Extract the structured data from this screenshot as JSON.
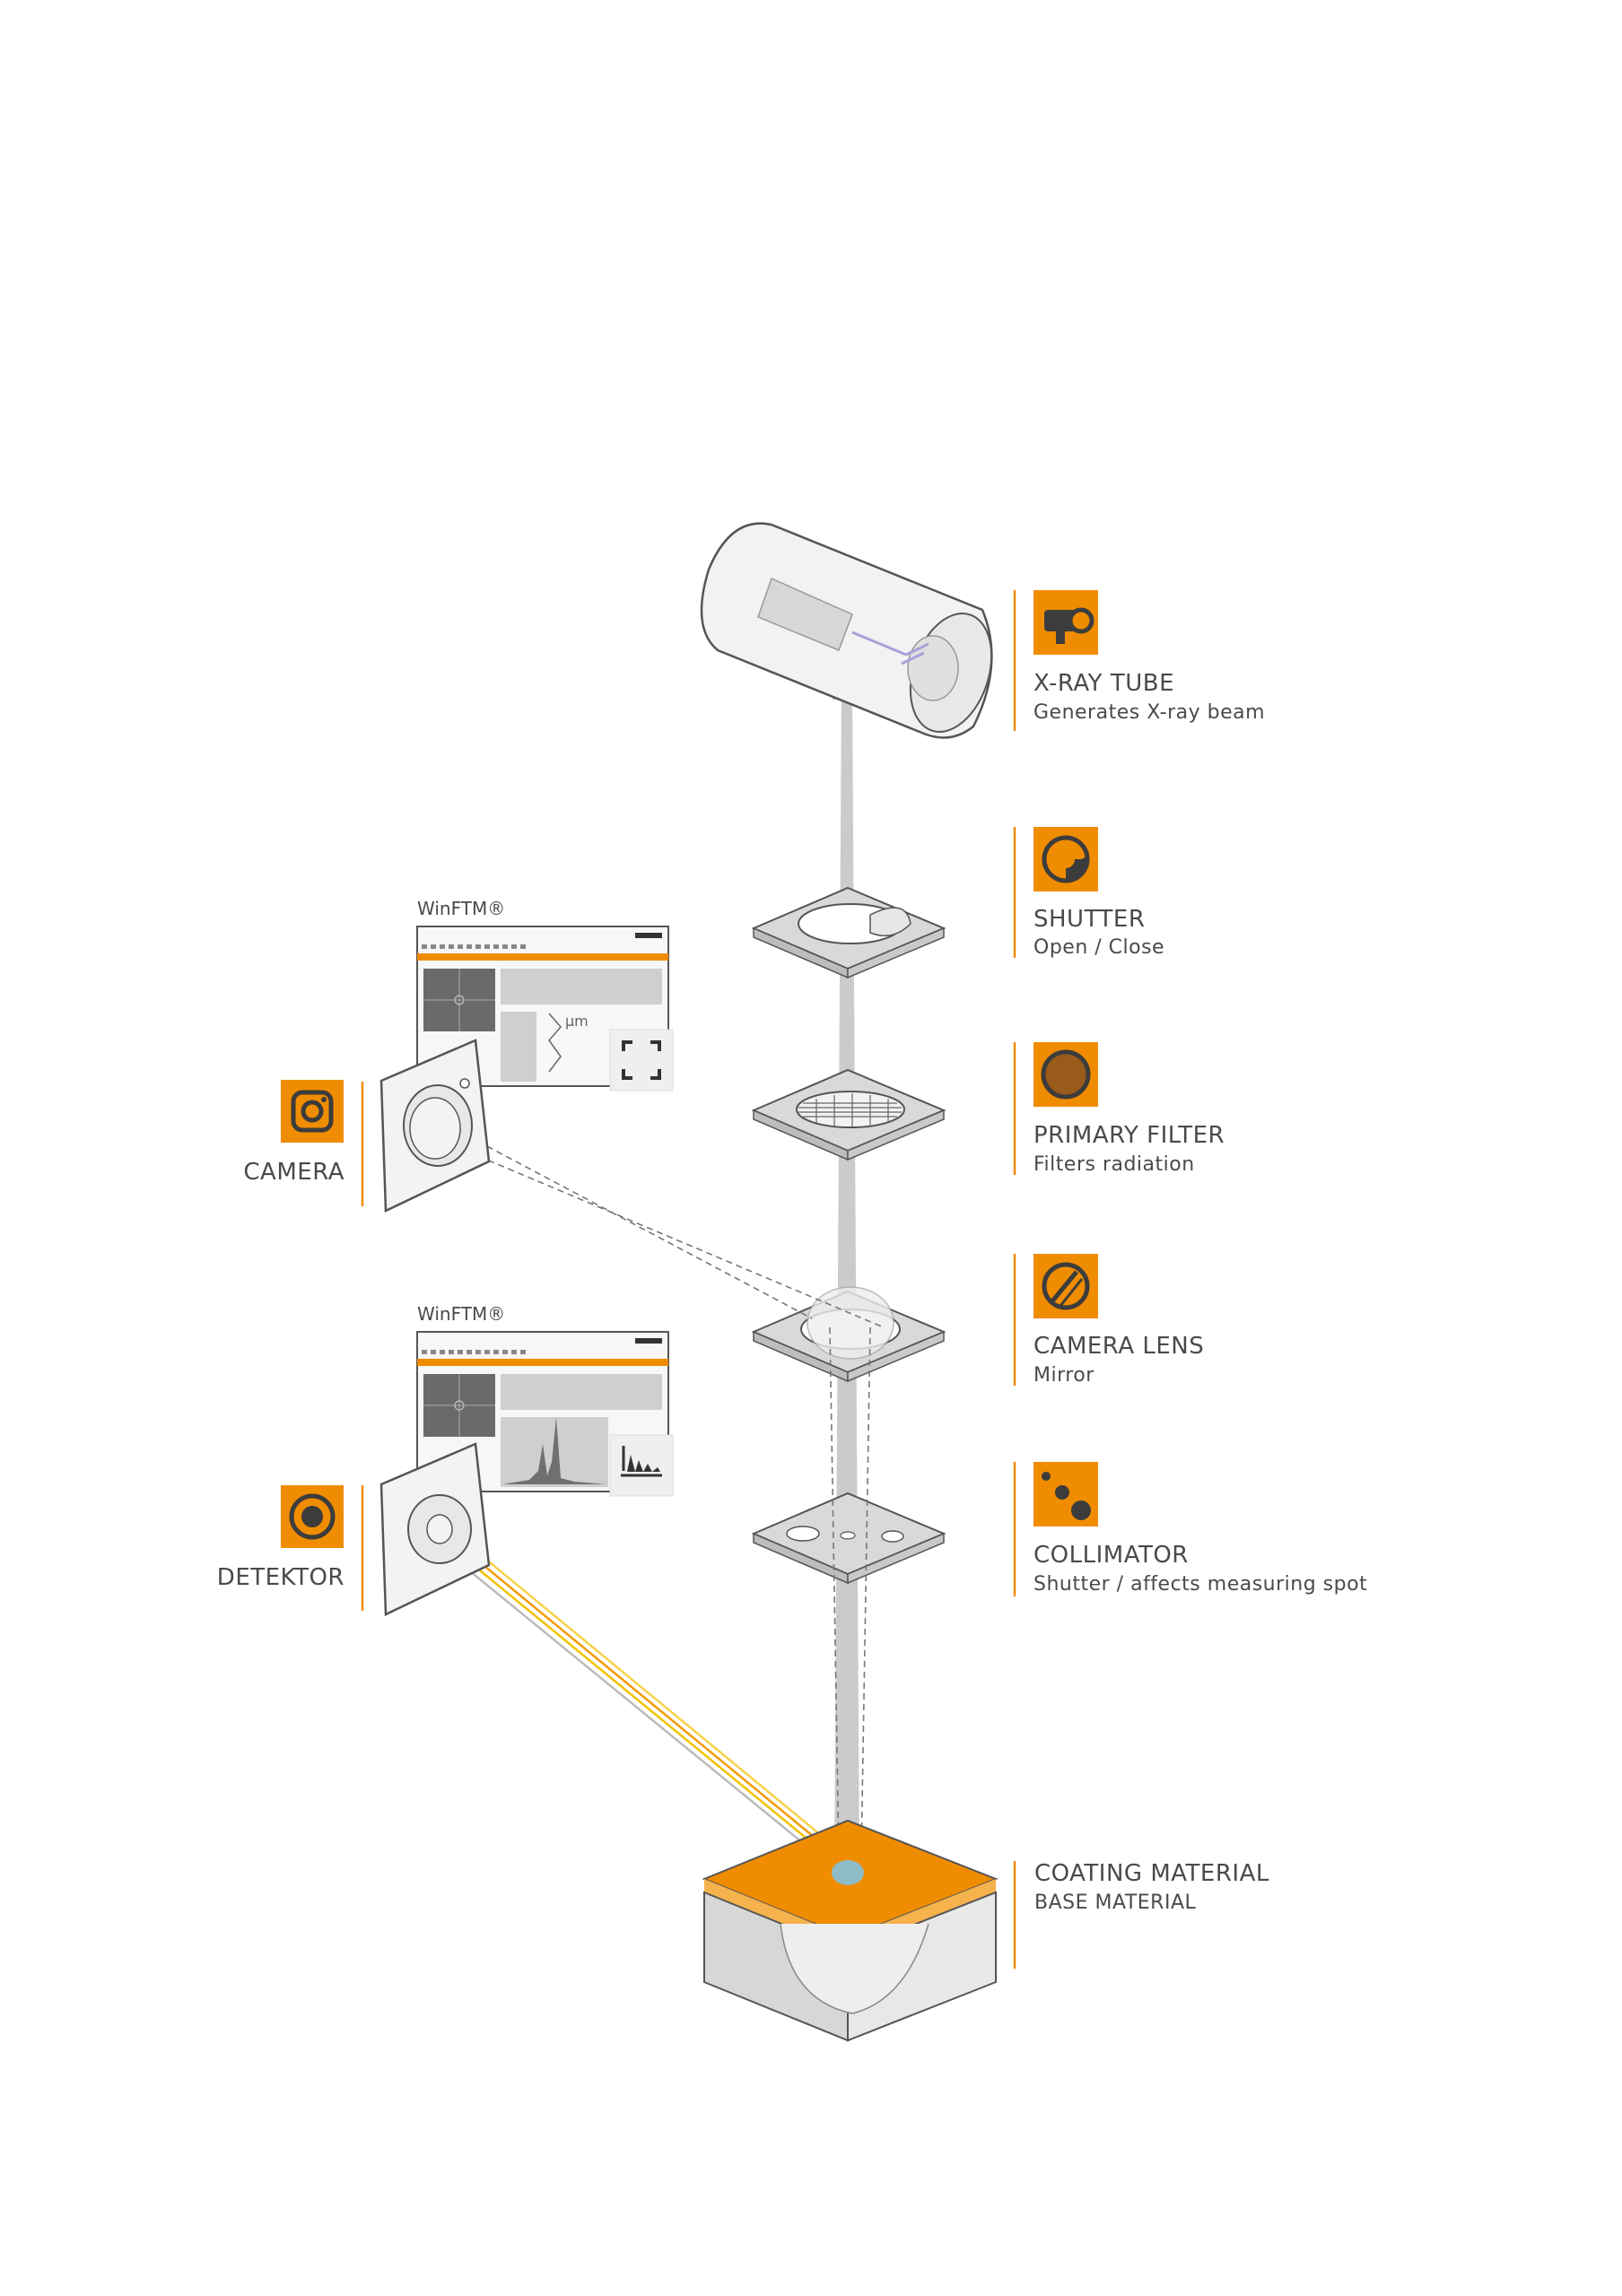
{
  "colors": {
    "accent": "#f08c00",
    "coating": "#f08c00",
    "coating_light": "#f5b24d",
    "icon_dark": "#3c3c3c",
    "beam": "#bdbdbd",
    "plate": "#d9d9d9",
    "block_light": "#e6e6e6",
    "block_mid": "#cfcfcf"
  },
  "components": [
    {
      "title": "X-RAY TUBE",
      "subtitle": "Generates X-ray beam",
      "icon": "xray-tube-icon"
    },
    {
      "title": "SHUTTER",
      "subtitle": "Open / Close",
      "icon": "shutter-icon"
    },
    {
      "title": "PRIMARY FILTER",
      "subtitle": "Filters radiation",
      "icon": "filter-icon"
    },
    {
      "title": "CAMERA LENS",
      "subtitle": "Mirror",
      "icon": "lens-icon"
    },
    {
      "title": "COLLIMATOR",
      "subtitle": "Shutter / affects measuring spot",
      "icon": "collimator-icon"
    },
    {
      "title": "COATING MATERIAL",
      "subtitle": "BASE MATERIAL",
      "icon": ""
    }
  ],
  "camera": {
    "title": "CAMERA",
    "icon": "camera-icon"
  },
  "detector": {
    "title": "DETEKTOR",
    "icon": "detector-icon"
  },
  "software": {
    "window_title_1": "WinFTM®",
    "window_title_2": "WinFTM®",
    "unit_label": "µm"
  }
}
